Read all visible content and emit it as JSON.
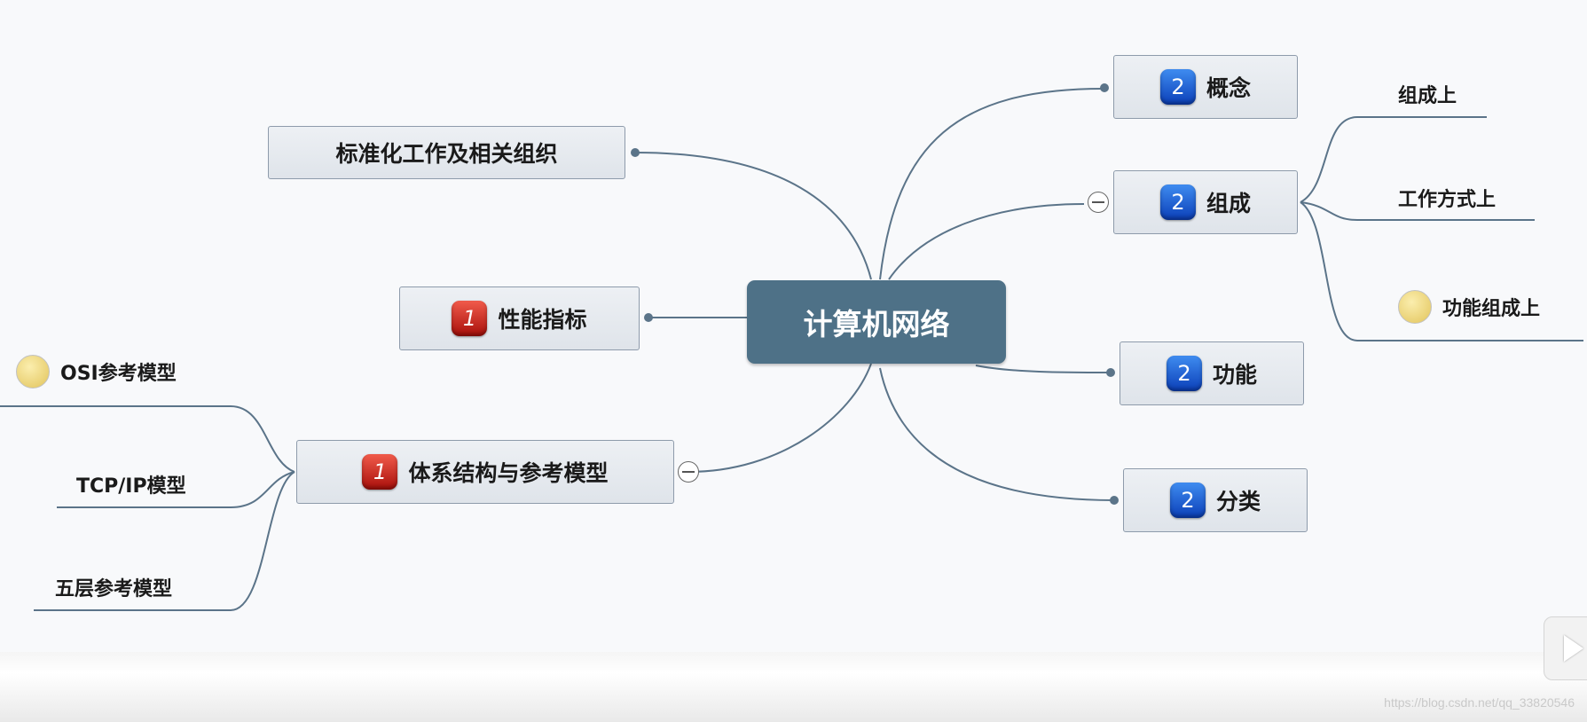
{
  "diagram": {
    "central": {
      "label": "计算机网络"
    },
    "branches_right": [
      {
        "label": "概念",
        "badge": "2",
        "badge_color": "blue"
      },
      {
        "label": "组成",
        "badge": "2",
        "badge_color": "blue"
      },
      {
        "label": "功能",
        "badge": "2",
        "badge_color": "blue"
      },
      {
        "label": "分类",
        "badge": "2",
        "badge_color": "blue"
      }
    ],
    "branches_left": [
      {
        "label": "标准化工作及相关组织"
      },
      {
        "label": "性能指标",
        "badge": "1",
        "badge_color": "red"
      },
      {
        "label": "体系结构与参考模型",
        "badge": "1",
        "badge_color": "red"
      }
    ],
    "composition_children": [
      {
        "label": "组成上"
      },
      {
        "label": "工作方式上"
      },
      {
        "label": "功能组成上",
        "marker": "yellow-circle"
      }
    ],
    "architecture_children": [
      {
        "label": "OSI参考模型",
        "marker": "yellow-circle"
      },
      {
        "label": "TCP/IP模型"
      },
      {
        "label": "五层参考模型"
      }
    ],
    "colors": {
      "central_fill": "#4e7187",
      "topic_border": "#8e9bab",
      "connector": "#5b7489",
      "badge_blue": "#1a55d6",
      "badge_red": "#c8211a",
      "marker_yellow": "#f0d778"
    }
  },
  "watermark": "https://blog.csdn.net/qq_33820546"
}
